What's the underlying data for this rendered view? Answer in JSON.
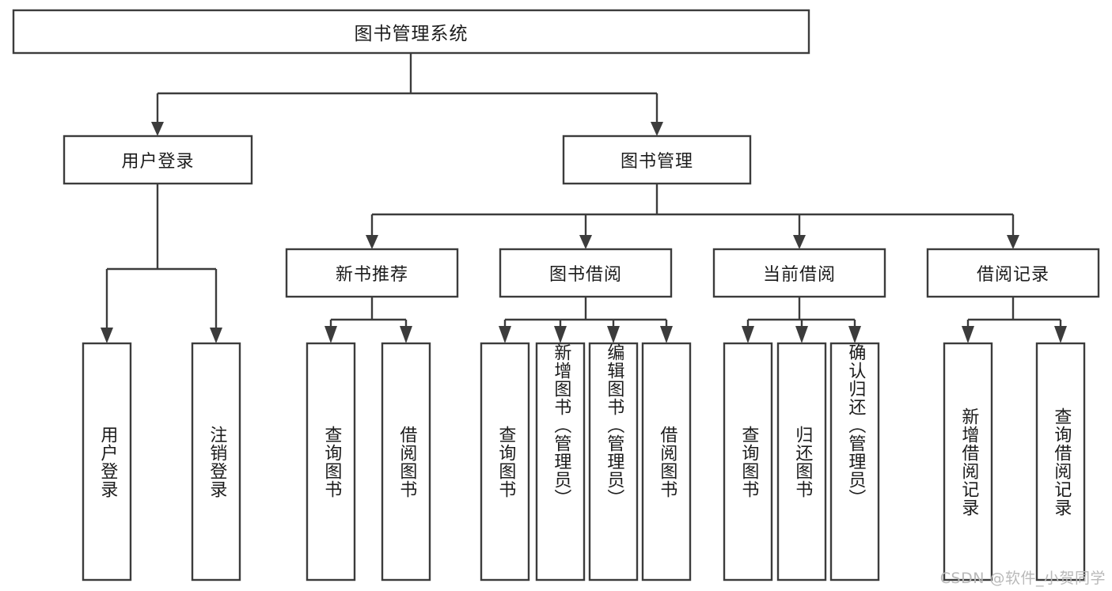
{
  "diagram": {
    "type": "tree-hierarchy",
    "title": "图书管理系统",
    "root": {
      "id": "root",
      "label": "图书管理系统",
      "orientation": "horizontal"
    },
    "level1": [
      {
        "id": "user-login",
        "label": "用户登录",
        "orientation": "horizontal"
      },
      {
        "id": "book-management",
        "label": "图书管理",
        "orientation": "horizontal"
      }
    ],
    "level2": [
      {
        "id": "new-book-recommend",
        "label": "新书推荐",
        "orientation": "horizontal",
        "parent": "book-management"
      },
      {
        "id": "book-borrow",
        "label": "图书借阅",
        "orientation": "horizontal",
        "parent": "book-management"
      },
      {
        "id": "current-borrow",
        "label": "当前借阅",
        "orientation": "horizontal",
        "parent": "book-management"
      },
      {
        "id": "borrow-record",
        "label": "借阅记录",
        "orientation": "horizontal",
        "parent": "book-management"
      }
    ],
    "leaves": [
      {
        "id": "leaf-user-login",
        "label": "用户登录",
        "orientation": "vertical",
        "parent": "user-login"
      },
      {
        "id": "leaf-user-logout",
        "label": "注销登录",
        "orientation": "vertical",
        "parent": "user-login"
      },
      {
        "id": "leaf-query-book-1",
        "label": "查询图书",
        "orientation": "vertical",
        "parent": "new-book-recommend"
      },
      {
        "id": "leaf-borrow-book-1",
        "label": "借阅图书",
        "orientation": "vertical",
        "parent": "new-book-recommend"
      },
      {
        "id": "leaf-query-book-2",
        "label": "查询图书",
        "orientation": "vertical",
        "parent": "book-borrow"
      },
      {
        "id": "leaf-add-book",
        "label": "新增图书（管理员）",
        "orientation": "vertical",
        "parent": "book-borrow"
      },
      {
        "id": "leaf-edit-book",
        "label": "编辑图书（管理员）",
        "orientation": "vertical",
        "parent": "book-borrow"
      },
      {
        "id": "leaf-borrow-book-2",
        "label": "借阅图书",
        "orientation": "vertical",
        "parent": "book-borrow"
      },
      {
        "id": "leaf-query-book-3",
        "label": "查询图书",
        "orientation": "vertical",
        "parent": "current-borrow"
      },
      {
        "id": "leaf-return-book",
        "label": "归还图书",
        "orientation": "vertical",
        "parent": "current-borrow"
      },
      {
        "id": "leaf-confirm-return",
        "label": "确认归还（管理员）",
        "orientation": "vertical",
        "parent": "current-borrow"
      },
      {
        "id": "leaf-add-record",
        "label": "新增借阅记录",
        "orientation": "vertical",
        "parent": "borrow-record"
      },
      {
        "id": "leaf-query-record",
        "label": "查询借阅记录",
        "orientation": "vertical",
        "parent": "borrow-record"
      }
    ]
  },
  "watermark": {
    "text": "CSDN @软件_小贺同学"
  },
  "colors": {
    "box_stroke": "#3c3c3c",
    "connector": "#3c3c3c",
    "box_fill": "#ffffff",
    "text": "#1c1c1c",
    "watermark": "#b9b9b9",
    "background": "#ffffff"
  }
}
